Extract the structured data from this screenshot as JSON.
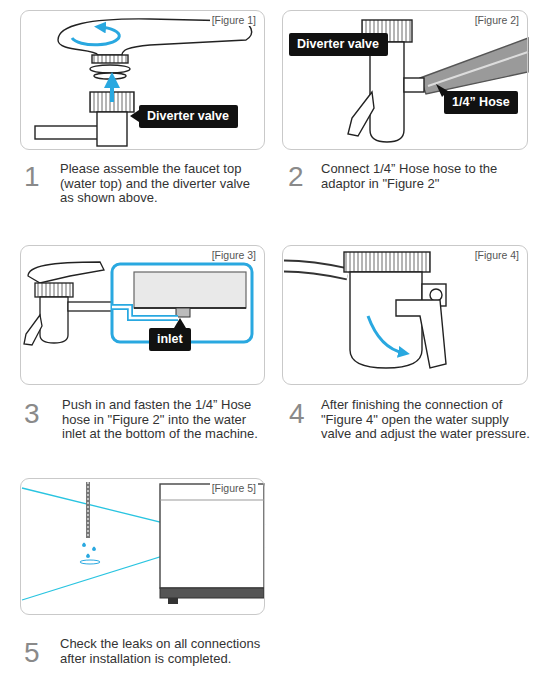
{
  "diagram": {
    "nodes": [
      {
        "text": [
          "[Figure 1]"
        ]
      },
      {
        "text": [
          "Diverter valve"
        ],
        "in": 0
      },
      {
        "text": [
          "[Figure 2]"
        ]
      },
      {
        "text": [
          "Diverter valve"
        ],
        "in": 2
      },
      {
        "text": [
          "1/4” Hose"
        ],
        "in": 2
      },
      {
        "text": [
          "[Figure 3]"
        ]
      },
      {
        "text": [
          "inlet"
        ],
        "in": 5
      },
      {
        "text": [
          "[Figure 4]"
        ]
      },
      {
        "text": [
          "[Figure 5]"
        ]
      }
    ],
    "labels": [
      "1",
      "Please assemble the faucet top (water top) and the diverter valve as shown above.",
      "2",
      "Connect 1/4” Hose hose to the adaptor in \"Figure 2\"",
      "3",
      "Push in and fasten the 1/4” Hose hose in \"Figure 2\" into the water inlet at the bottom of the machine.",
      "4",
      "After finishing the connection of \"Figure 4\" open the water supply valve and adjust the water pressure.",
      "5",
      "Check the leaks on all connections after installation is completed."
    ]
  }
}
